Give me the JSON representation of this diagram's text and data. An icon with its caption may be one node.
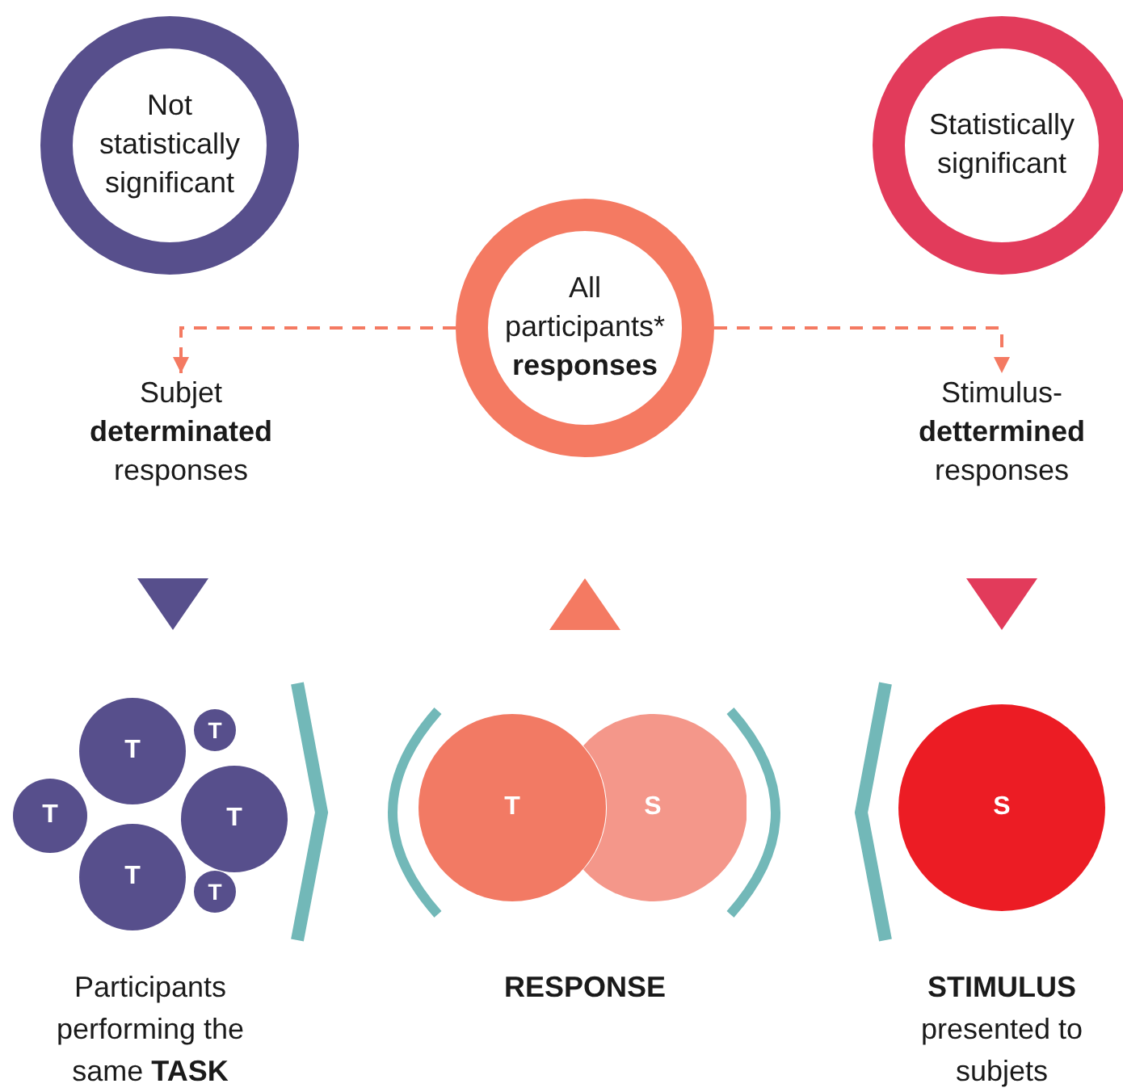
{
  "diagram": {
    "nodes": [
      {
        "text": [
          "Not statistically significant"
        ]
      },
      {
        "text": [
          "Statistically significant"
        ]
      },
      {
        "text": [
          "All participants* **responses**"
        ]
      },
      {
        "text": [
          "Subjet **determinated** responses"
        ]
      },
      {
        "text": [
          "Stimulus- **dettermined** responses"
        ]
      },
      {
        "text": [
          "T"
        ]
      },
      {
        "text": [
          "T"
        ]
      },
      {
        "text": [
          "T"
        ]
      },
      {
        "text": [
          "T"
        ]
      },
      {
        "text": [
          "T"
        ]
      },
      {
        "text": [
          "T"
        ]
      },
      {
        "text": [
          "T"
        ]
      },
      {
        "text": [
          "S"
        ]
      },
      {
        "text": [
          "S"
        ]
      }
    ],
    "edges": [
      {
        "from": 2,
        "to": 3,
        "arrow": "to",
        "style": "dashed"
      },
      {
        "from": 2,
        "to": 4,
        "arrow": "to",
        "style": "dashed"
      }
    ],
    "labels": [
      "Participants performing the same **TASK**",
      "**RESPONSE**",
      "**STIMULUS** presented to subjets"
    ]
  }
}
